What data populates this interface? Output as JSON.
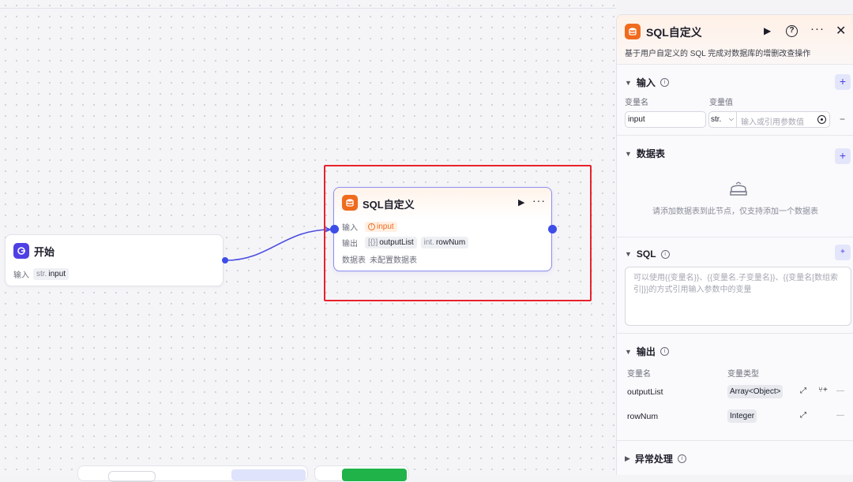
{
  "canvas": {
    "start_node": {
      "title": "开始",
      "input_label": "输入",
      "input_type": "str.",
      "input_name": "input"
    },
    "sql_node": {
      "title": "SQL自定义",
      "run_icon": "play-icon",
      "more_icon": "more-icon",
      "input_label": "输入",
      "input_var": "input",
      "output_label": "输出",
      "output_1_type": "[{}]",
      "output_1_name": "outputList",
      "output_2_type": "int.",
      "output_2_name": "rowNum",
      "table_label": "数据表",
      "table_value": "未配置数据表"
    },
    "colors": {
      "accent": "#4e40e5",
      "node_icon": "#f06b1d",
      "selection": "#e8222a",
      "edge": "#4a4ce0"
    }
  },
  "panel": {
    "title": "SQL自定义",
    "description": "基于用户自定义的 SQL 完成对数据库的增删改查操作",
    "input_section": {
      "title": "输入",
      "col_name": "变量名",
      "col_value": "变量值",
      "row_name": "input",
      "row_type": "str.",
      "row_value_placeholder": "输入或引用参数值"
    },
    "table_section": {
      "title": "数据表",
      "empty_text": "请添加数据表到此节点，仅支持添加一个数据表"
    },
    "sql_section": {
      "title": "SQL",
      "placeholder": "可以使用{{变量名}}、{{变量名.子变量名}}、{{变量名[数组索引]}}的方式引用输入参数中的变量"
    },
    "output_section": {
      "title": "输出",
      "col_name": "变量名",
      "col_type": "变量类型",
      "rows": [
        {
          "name": "outputList",
          "type": "Array<Object>"
        },
        {
          "name": "rowNum",
          "type": "Integer"
        }
      ]
    },
    "error_section": {
      "title": "异常处理"
    }
  }
}
